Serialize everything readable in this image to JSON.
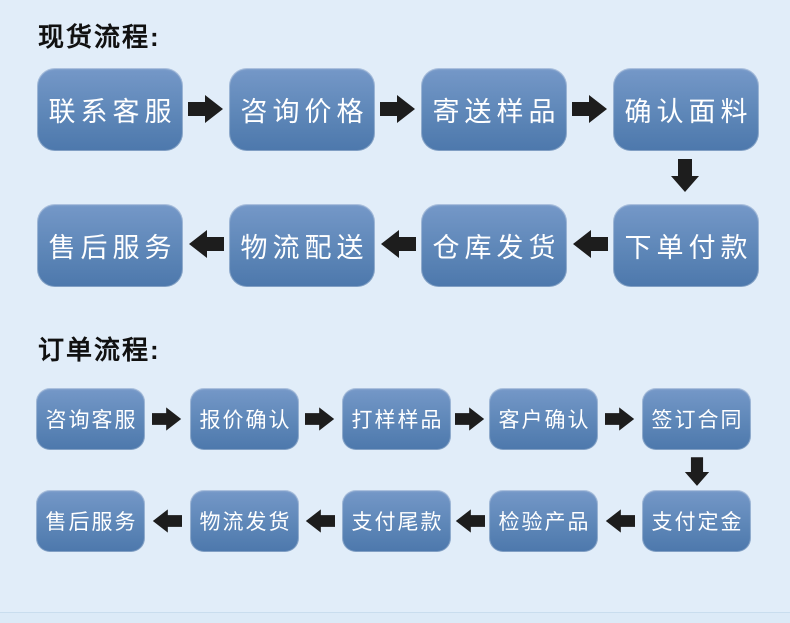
{
  "page": {
    "type": "process-flow-diagram",
    "language": "zh-CN"
  },
  "colors": {
    "page_background": "#e1edf9",
    "footer_band": "#dceaf7",
    "box_gradient_top": "#7598c8",
    "box_gradient_bottom": "#4d78ac",
    "box_text": "#ffffff",
    "arrow": "#1d1d1d",
    "title_text": "#111111"
  },
  "icons": {
    "arrow_right": "block-arrow-right",
    "arrow_left": "block-arrow-left",
    "arrow_down": "block-arrow-down"
  },
  "flow1": {
    "title": "现货流程:",
    "row1": {
      "box1": "联系客服",
      "box2": "咨询价格",
      "box3": "寄送样品",
      "box4": "确认面料"
    },
    "row2": {
      "box1": "售后服务",
      "box2": "物流配送",
      "box3": "仓库发货",
      "box4": "下单付款"
    }
  },
  "flow2": {
    "title": "订单流程:",
    "row1": {
      "box1": "咨询客服",
      "box2": "报价确认",
      "box3": "打样样品",
      "box4": "客户确认",
      "box5": "签订合同"
    },
    "row2": {
      "box1": "售后服务",
      "box2": "物流发货",
      "box3": "支付尾款",
      "box4": "检验产品",
      "box5": "支付定金"
    }
  }
}
